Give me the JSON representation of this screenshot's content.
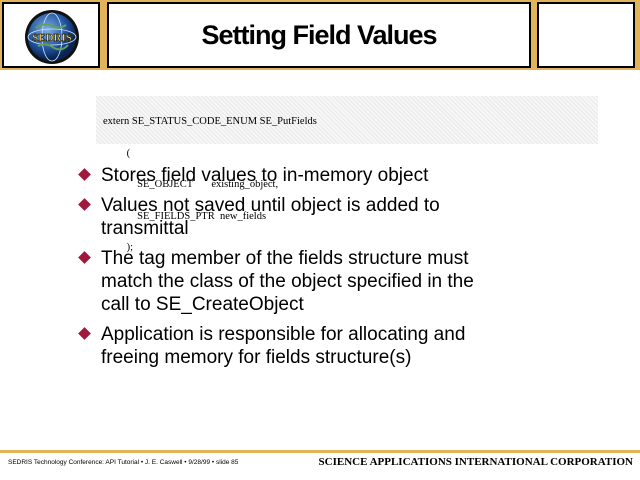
{
  "header": {
    "title": "Setting Field Values",
    "logo_text": "SEDRIS",
    "logo_icon": "globe-logo-icon"
  },
  "code": {
    "lines": [
      "extern SE_STATUS_CODE_ENUM SE_PutFields",
      "         (",
      "             SE_OBJECT       existing_object,",
      "             SE_FIELDS_PTR  new_fields",
      "         );"
    ]
  },
  "bullets": [
    {
      "line1": "Stores field values to in-memory object",
      "line2": "",
      "line3": ""
    },
    {
      "line1": "Values not saved until object is added to",
      "line2": "transmittal",
      "line3": ""
    },
    {
      "line1": "The tag member of the fields structure must",
      "line2": "match the class of the object specified in the",
      "line3": "call to SE_CreateObject"
    },
    {
      "line1": "Application is responsible for allocating and",
      "line2": "freeing memory for fields structure(s)",
      "line3": ""
    }
  ],
  "footer": {
    "left": "SEDRIS Technology Conference: API Tutorial • J. E. Caswell • 9/28/99 • slide 85",
    "right": "SCIENCE APPLICATIONS INTERNATIONAL CORPORATION"
  },
  "colors": {
    "header_band": "#e1b45a",
    "bullet": "#a0183b"
  }
}
